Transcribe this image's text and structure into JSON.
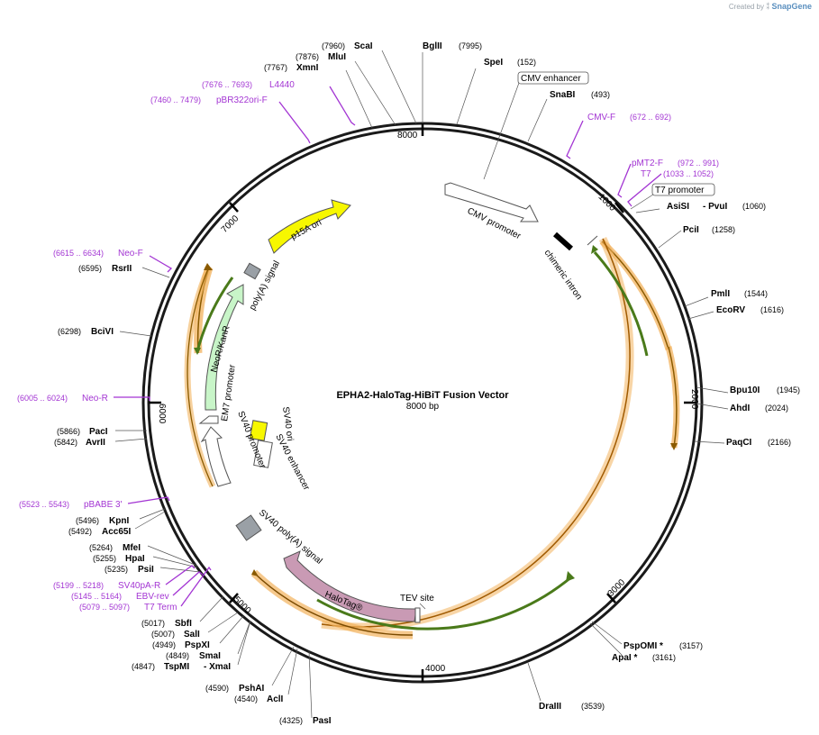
{
  "credit": {
    "prefix": "Created by",
    "brand": "SnapGene"
  },
  "title": "EPHA2-HaloTag-HiBiT Fusion Vector",
  "length_label": "8000 bp",
  "colors": {
    "backbone": "#1a1a1a",
    "primer": "#a335d3",
    "orf_orange": "#f2b25c",
    "orf_green": "#4a7a1a",
    "p15A": "#f7f700",
    "neo": "#c8f5c8",
    "halotag": "#c99ab4",
    "polyA": "#9aa0a6",
    "sv40ori": "#f7f700"
  },
  "ticks": {
    "t1000": "1000",
    "t2000": "2000",
    "t3000": "3000",
    "t4000": "4000",
    "t5000": "5000",
    "t6000": "6000",
    "t7000": "7000",
    "t8000": "8000"
  },
  "sites": {
    "scai": {
      "name": "ScaI",
      "pos": "(7960)"
    },
    "bglii": {
      "name": "BglII",
      "pos": "(7995)"
    },
    "mlui": {
      "name": "MluI",
      "pos": "(7876)"
    },
    "spei": {
      "name": "SpeI",
      "pos": "(152)"
    },
    "xmni": {
      "name": "XmnI",
      "pos": "(7767)"
    },
    "snabi": {
      "name": "SnaBI",
      "pos": "(493)"
    },
    "asisi": {
      "name": "AsiSI",
      "name2": "- PvuI",
      "pos": "(1060)"
    },
    "pcii": {
      "name": "PciI",
      "pos": "(1258)"
    },
    "pmli": {
      "name": "PmlI",
      "pos": "(1544)"
    },
    "ecorv": {
      "name": "EcoRV",
      "pos": "(1616)"
    },
    "bpu10i": {
      "name": "Bpu10I",
      "pos": "(1945)"
    },
    "ahdi": {
      "name": "AhdI",
      "pos": "(2024)"
    },
    "paqci": {
      "name": "PaqCI",
      "pos": "(2166)"
    },
    "pspomi": {
      "name": "PspOMI *",
      "pos": "(3157)"
    },
    "apai": {
      "name": "ApaI *",
      "pos": "(3161)"
    },
    "draiii": {
      "name": "DraIII",
      "pos": "(3539)"
    },
    "pasi": {
      "name": "PasI",
      "pos": "(4325)"
    },
    "acli": {
      "name": "AclI",
      "pos": "(4540)"
    },
    "pshai": {
      "name": "PshAI",
      "pos": "(4590)"
    },
    "tspmi": {
      "name": "TspMI",
      "name2": "- XmaI",
      "pos": "(4847)"
    },
    "smai": {
      "name": "SmaI",
      "pos": "(4849)"
    },
    "pspxi": {
      "name": "PspXI",
      "pos": "(4949)"
    },
    "sali": {
      "name": "SalI",
      "pos": "(5007)"
    },
    "sbfi": {
      "name": "SbfI",
      "pos": "(5017)"
    },
    "psii": {
      "name": "PsiI",
      "pos": "(5235)"
    },
    "hpai": {
      "name": "HpaI",
      "pos": "(5255)"
    },
    "mfei": {
      "name": "MfeI",
      "pos": "(5264)"
    },
    "acc65i": {
      "name": "Acc65I",
      "pos": "(5492)"
    },
    "kpni": {
      "name": "KpnI",
      "pos": "(5496)"
    },
    "avrii": {
      "name": "AvrII",
      "pos": "(5842)"
    },
    "paci": {
      "name": "PacI",
      "pos": "(5866)"
    },
    "bcivi": {
      "name": "BciVI",
      "pos": "(6298)"
    },
    "rsrii": {
      "name": "RsrII",
      "pos": "(6595)"
    }
  },
  "primers": {
    "l4440": {
      "name": "L4440",
      "pos": "(7676 .. 7693)"
    },
    "pbr322": {
      "name": "pBR322ori-F",
      "pos": "(7460 .. 7479)"
    },
    "cmvf": {
      "name": "CMV-F",
      "pos": "(672 .. 692)"
    },
    "pmt2f": {
      "name": "pMT2-F",
      "pos": "(972 .. 991)"
    },
    "t7": {
      "name": "T7",
      "pos": "(1033 .. 1052)"
    },
    "neof": {
      "name": "Neo-F",
      "pos": "(6615 .. 6634)"
    },
    "neor": {
      "name": "Neo-R",
      "pos": "(6005 .. 6024)"
    },
    "pbabe": {
      "name": "pBABE 3'",
      "pos": "(5523 .. 5543)"
    },
    "sv40pa": {
      "name": "SV40pA-R",
      "pos": "(5199 .. 5218)"
    },
    "ebv": {
      "name": "EBV-rev",
      "pos": "(5145 .. 5164)"
    },
    "t7term": {
      "name": "T7 Term",
      "pos": "(5079 .. 5097)"
    }
  },
  "boxed": {
    "cmv_enhancer": "CMV enhancer",
    "t7_promoter": "T7 promoter"
  },
  "features": {
    "cmv_promoter": "CMV promoter",
    "chimeric_intron": "chimeric intron",
    "p15a_ori": "p15A ori",
    "polyA_signal": "poly(A) signal",
    "neo": "NeoR/KanR",
    "em7": "EM7 promoter",
    "sv40_promoter": "SV40 promoter",
    "sv40_ori": "SV40 ori",
    "sv40_enhancer": "SV40 enhancer",
    "sv40_polyA": "SV40 poly(A) signal",
    "halotag": "HaloTag®",
    "tev": "TEV site"
  }
}
